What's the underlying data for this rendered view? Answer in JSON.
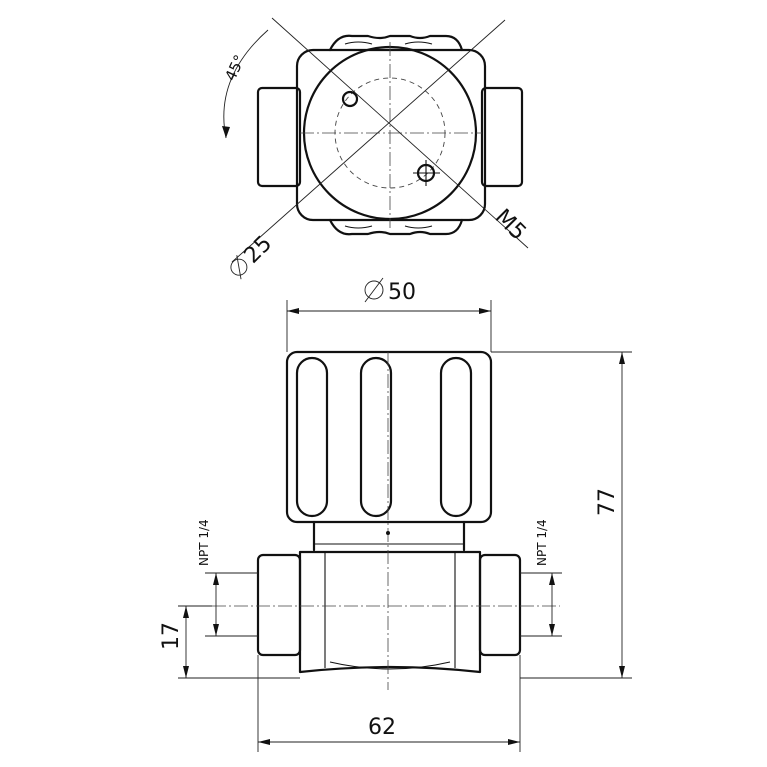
{
  "dimensions": {
    "angle": "45°",
    "bore_diameter": "25",
    "thread_screw": "M5",
    "body_diameter": "50",
    "height": "77",
    "port_left": "NPT 1/4",
    "port_right": "NPT 1/4",
    "port_spacing": "17",
    "overall_width": "62"
  }
}
